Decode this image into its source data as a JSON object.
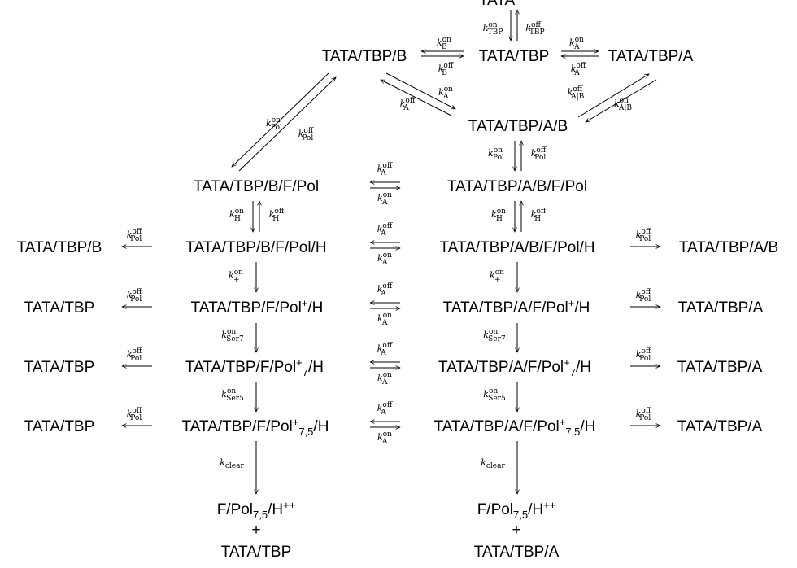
{
  "nodes": {
    "tata_top": "TATA",
    "tbp_b": "TATA/TBP/B",
    "tbp": "TATA/TBP",
    "tbp_a": "TATA/TBP/A",
    "tbp_ab": "TATA/TBP/A/B",
    "b_f_pol": "TATA/TBP/B/F/Pol",
    "ab_f_pol": "TATA/TBP/A/B/F/Pol",
    "b_f_pol_h": "TATA/TBP/B/F/Pol/H",
    "ab_f_pol_h": "TATA/TBP/A/B/F/Pol/H",
    "f_polp_h_pre": "TATA/TBP/F/Pol",
    "a_f_polp_h_pre": "TATA/TBP/A/F/Pol",
    "plus_sup": "+",
    "h_suffix": "/H",
    "sub7": "7",
    "sub75": "7,5",
    "left1": "TATA/TBP/B",
    "left2": "TATA/TBP",
    "left3": "TATA/TBP",
    "left4": "TATA/TBP",
    "right1": "TATA/TBP/A/B",
    "right2": "TATA/TBP/A",
    "right3": "TATA/TBP/A",
    "right4": "TATA/TBP/A",
    "bottom_pol_pre": "F/Pol",
    "bottom_pol_post": "/H",
    "bottom_pp": "++",
    "plus": "+",
    "bottom_left": "TATA/TBP",
    "bottom_right": "TATA/TBP/A"
  },
  "rates": {
    "k": "k",
    "on": "on",
    "off": "off",
    "tbp": "TBP",
    "b": "B",
    "a": "A",
    "a_given_b": "A|B",
    "pol": "Pol",
    "h": "H",
    "plus": "+",
    "ser7": "Ser7",
    "ser5": "Ser5",
    "clear": "clear"
  }
}
